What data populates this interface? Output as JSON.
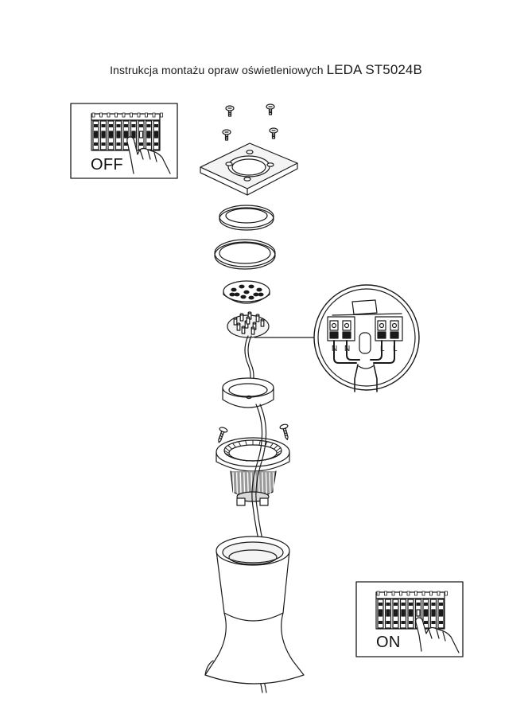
{
  "title": {
    "prefix": "Instrukcja montażu opraw oświetleniowych",
    "model": "LEDA ST5024B"
  },
  "panels": {
    "off_label": "OFF",
    "on_label": "ON"
  },
  "terminal_labels": [
    "N",
    "N",
    "L",
    "L"
  ],
  "colors": {
    "line": "#1a1a1a",
    "fill_light": "#f4f4f4",
    "fill_mid": "#d9d9d9",
    "fill_dark": "#9a9a9a"
  },
  "icons": [
    "screw-icon",
    "breaker-panel-icon",
    "hand-icon",
    "cable-icon"
  ]
}
